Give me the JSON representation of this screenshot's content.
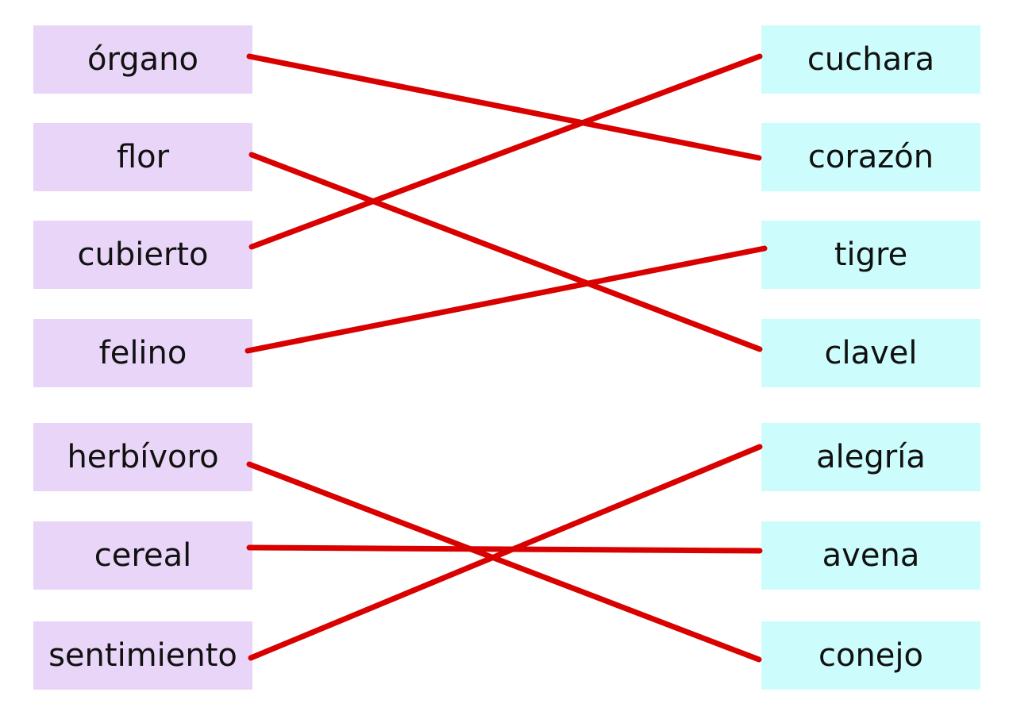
{
  "colors": {
    "left_box": "#e8d5f7",
    "right_box": "#ccfdfc",
    "line": "#d90000",
    "text": "#111111"
  },
  "left_items": [
    {
      "label": "órgano"
    },
    {
      "label": "flor"
    },
    {
      "label": "cubierto"
    },
    {
      "label": "felino"
    },
    {
      "label": "herbívoro"
    },
    {
      "label": "cereal"
    },
    {
      "label": "sentimiento"
    }
  ],
  "right_items": [
    {
      "label": "cuchara"
    },
    {
      "label": "corazón"
    },
    {
      "label": "tigre"
    },
    {
      "label": "clavel"
    },
    {
      "label": "alegría"
    },
    {
      "label": "avena"
    },
    {
      "label": "conejo"
    }
  ],
  "matches": [
    {
      "left": "órgano",
      "right": "corazón"
    },
    {
      "left": "flor",
      "right": "clavel"
    },
    {
      "left": "cubierto",
      "right": "cuchara"
    },
    {
      "left": "felino",
      "right": "tigre"
    },
    {
      "left": "herbívoro",
      "right": "conejo"
    },
    {
      "left": "cereal",
      "right": "avena"
    },
    {
      "left": "sentimiento",
      "right": "alegría"
    }
  ]
}
